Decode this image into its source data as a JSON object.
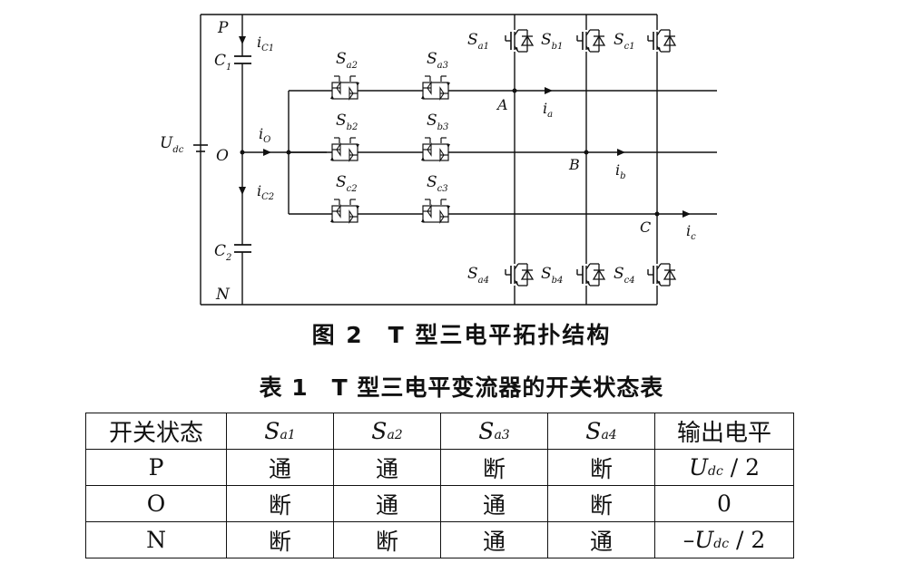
{
  "figure": {
    "caption": "图 2　T 型三电平拓扑结构",
    "labels": {
      "P": "P",
      "O": "O",
      "N": "N",
      "C1_main": "C",
      "C1_sub": "1",
      "C2_main": "C",
      "C2_sub": "2",
      "Udc_main": "U",
      "Udc_sub": "dc",
      "iC1_main": "i",
      "iC1_sub": "C1",
      "iC2_main": "i",
      "iC2_sub": "C2",
      "iO_main": "i",
      "iO_sub": "O",
      "A": "A",
      "B": "B",
      "C": "C",
      "ia_main": "i",
      "ia_sub": "a",
      "ib_main": "i",
      "ib_sub": "b",
      "ic_main": "i",
      "ic_sub": "c",
      "switch_main": "S",
      "Sa1": "a1",
      "Sb1": "b1",
      "Sc1": "c1",
      "Sa2": "a2",
      "Sa3": "a3",
      "Sb2": "b2",
      "Sb3": "b3",
      "Sc2": "c2",
      "Sc3": "c3",
      "Sa4": "a4",
      "Sb4": "b4",
      "Sc4": "c4"
    }
  },
  "table": {
    "caption": "表 1　T 型三电平变流器的开关状态表",
    "headers": {
      "state": "开关状态",
      "s_main": "S",
      "sa1": "a1",
      "sa2": "a2",
      "sa3": "a3",
      "sa4": "a4",
      "output": "输出电平"
    },
    "rows": [
      {
        "state": "P",
        "sa1": "通",
        "sa2": "通",
        "sa3": "断",
        "sa4": "断",
        "out_prefix": "",
        "out_main": "U",
        "out_sub": "dc",
        "out_suffix": " / 2"
      },
      {
        "state": "O",
        "sa1": "断",
        "sa2": "通",
        "sa3": "通",
        "sa4": "断",
        "out_value": "0"
      },
      {
        "state": "N",
        "sa1": "断",
        "sa2": "断",
        "sa3": "通",
        "sa4": "通",
        "out_prefix": "–",
        "out_main": "U",
        "out_sub": "dc",
        "out_suffix": " / 2"
      }
    ]
  }
}
